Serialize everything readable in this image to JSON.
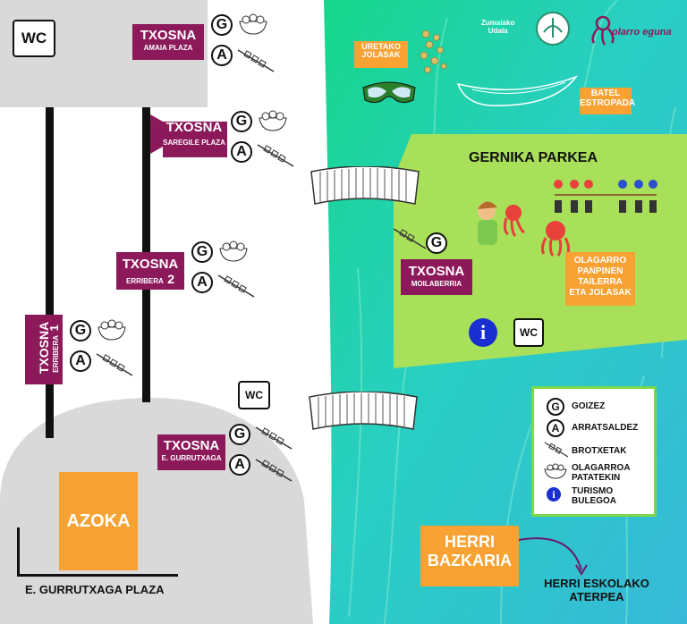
{
  "map": {
    "wc_label": "WC",
    "txosna_label": "TXOSNA",
    "g_symbol": "G",
    "a_symbol": "A",
    "stands": {
      "amaia": {
        "sub": "AMAIA PLAZA"
      },
      "saregile": {
        "sub": "SAREGILE PLAZA"
      },
      "erribera2": {
        "sub": "ERRIBERA",
        "num": "2"
      },
      "erribera1": {
        "sub": "ERRIBERA",
        "num": "1"
      },
      "gurrutxaga": {
        "sub": "E. GURRUTXAGA"
      },
      "moilaberria": {
        "sub": "MOILABERRIA"
      }
    },
    "azoka": "AZOKA",
    "plaza_caption": "E. GURRUTXAGA PLAZA",
    "park_title": "GERNIKA PARKEA",
    "uretako": "URETAKO\nJOLASAK",
    "batel": "BATEL\nESTROPADA",
    "olagarro_workshop": "OLAGARRO\nPANPINEN\nTAILERRA\nETA JOLASAK",
    "info_symbol": "i",
    "herri_bazkaria": "HERRI\nBAZKARIA",
    "herri_eskola": "HERRI ESKOLAKO\nATERPEA",
    "logos": {
      "zumaia_top": "Zumaiako",
      "zumaia_bottom": "Udala",
      "olagarro_eguna": "olarro eguna"
    }
  },
  "legend": {
    "goizez": "GOIZEZ",
    "arratsaldez": "ARRATSALDEZ",
    "brotxetak": "BROTXETAK",
    "olagarroa": "OLAGARROA\nPATATEKIN",
    "turismo": "TURISMO\nBULEGOA"
  },
  "colors": {
    "plum": "#8c1a5a",
    "orange": "#f7a233",
    "park_green": "#a8e05a",
    "water": "#2ecfc0",
    "street_gray": "#d9d9d9",
    "info_blue": "#1a2fd0"
  }
}
